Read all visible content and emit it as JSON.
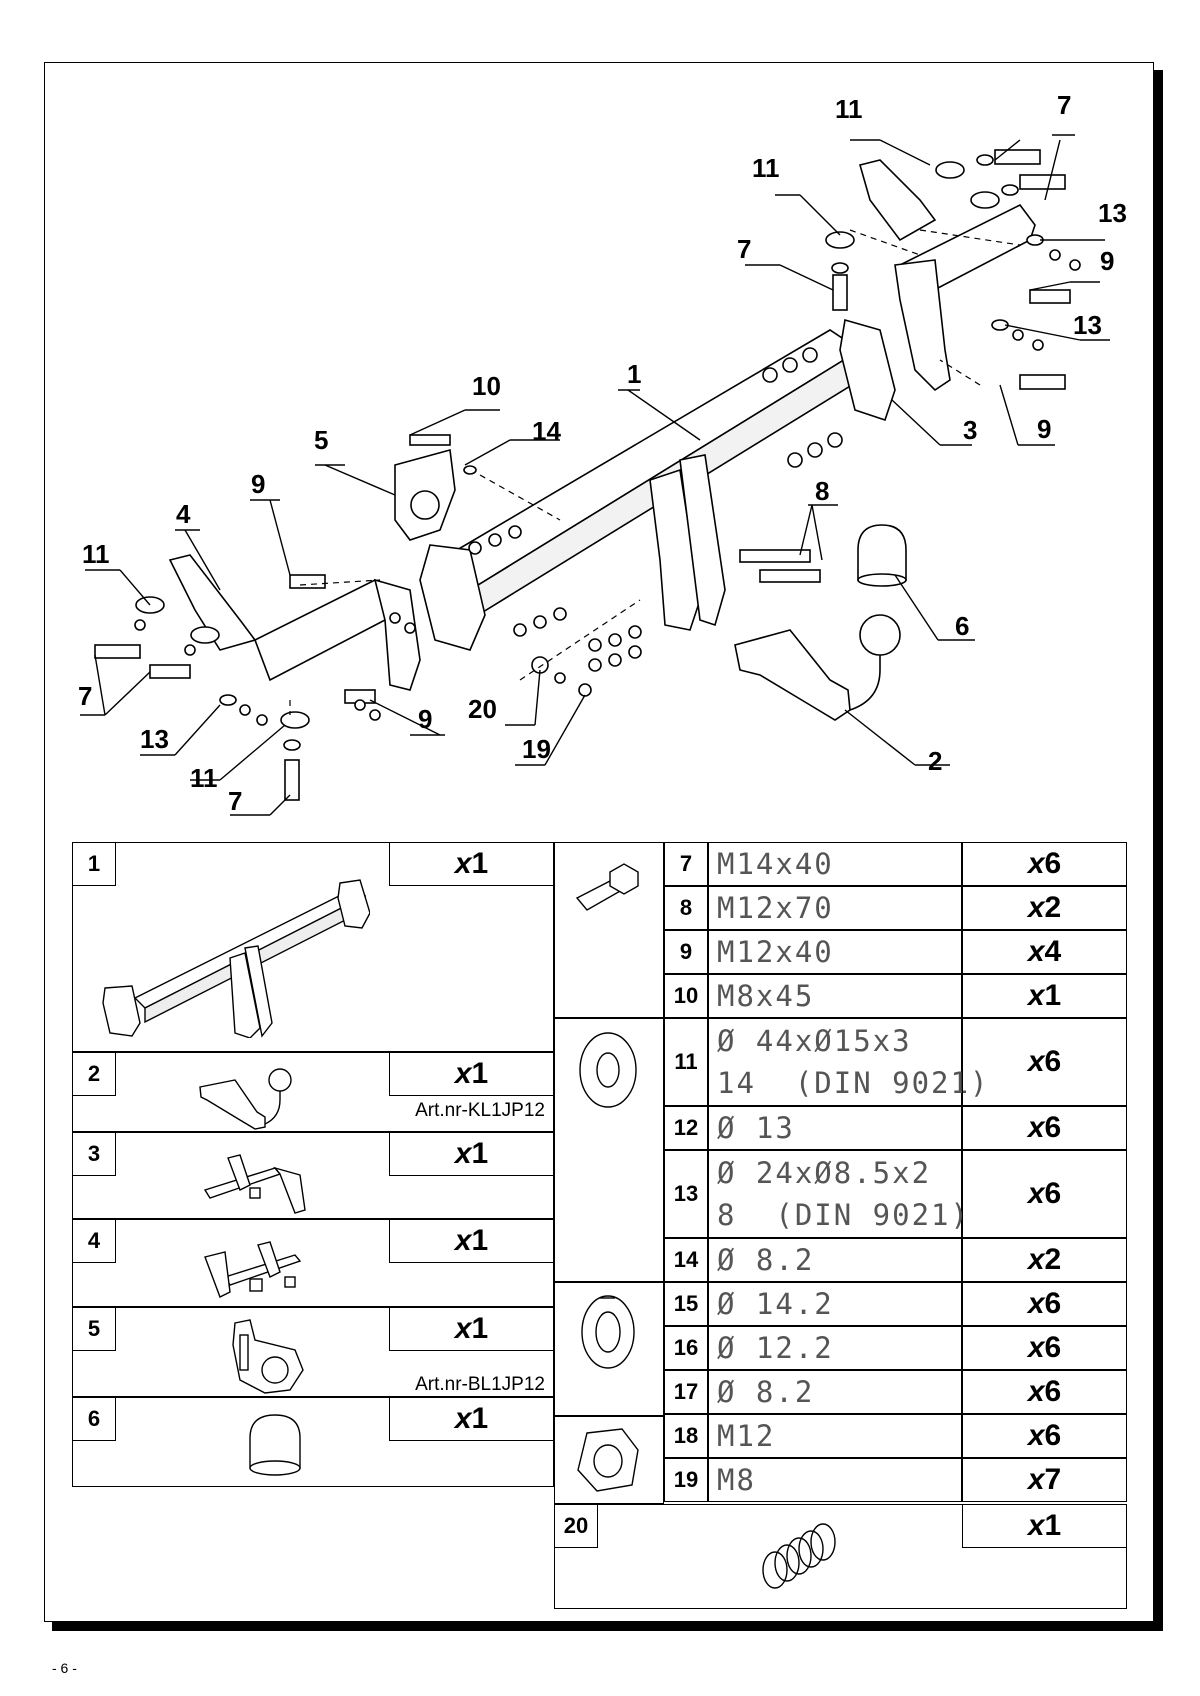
{
  "callouts": {
    "c1": "1",
    "c2": "2",
    "c3": "3",
    "c4": "4",
    "c5": "5",
    "c6": "6",
    "c7a": "7",
    "c7b": "7",
    "c7c": "7",
    "c7d": "7",
    "c8": "8",
    "c9a": "9",
    "c9b": "9",
    "c9c": "9",
    "c9d": "9",
    "c10": "10",
    "c11a": "11",
    "c11b": "11",
    "c11c": "11",
    "c11d": "11",
    "c13a": "13",
    "c13b": "13",
    "c13c": "13",
    "c14": "14",
    "c19": "19",
    "c20": "20"
  },
  "left_parts": [
    {
      "num": "1",
      "qty_x": "x",
      "qty": "1",
      "art": ""
    },
    {
      "num": "2",
      "qty_x": "x",
      "qty": "1",
      "art": "Art.nr-KL1JP12"
    },
    {
      "num": "3",
      "qty_x": "x",
      "qty": "1",
      "art": ""
    },
    {
      "num": "4",
      "qty_x": "x",
      "qty": "1",
      "art": ""
    },
    {
      "num": "5",
      "qty_x": "x",
      "qty": "1",
      "art": "Art.nr-BL1JP12"
    },
    {
      "num": "6",
      "qty_x": "x",
      "qty": "1",
      "art": ""
    }
  ],
  "right_parts": [
    {
      "num": "7",
      "spec": "M14x40",
      "qty": "6"
    },
    {
      "num": "8",
      "spec": "M12x70",
      "qty": "2"
    },
    {
      "num": "9",
      "spec": "M12x40",
      "qty": "4"
    },
    {
      "num": "10",
      "spec": "M8x45",
      "qty": "1"
    },
    {
      "num": "11",
      "spec": "Ø 44xØ15x3",
      "spec2": "14  (DIN 9021)",
      "qty": "6"
    },
    {
      "num": "12",
      "spec": "Ø 13",
      "qty": "6"
    },
    {
      "num": "13",
      "spec": "Ø 24xØ8.5x2",
      "spec2": "8  (DIN 9021)",
      "qty": "6"
    },
    {
      "num": "14",
      "spec": "Ø 8.2",
      "qty": "2"
    },
    {
      "num": "15",
      "spec": "Ø 14.2",
      "qty": "6"
    },
    {
      "num": "16",
      "spec": "Ø 12.2",
      "qty": "6"
    },
    {
      "num": "17",
      "spec": "Ø 8.2",
      "qty": "6"
    },
    {
      "num": "18",
      "spec": "M12",
      "qty": "6"
    },
    {
      "num": "19",
      "spec": "M8",
      "qty": "7"
    },
    {
      "num": "20",
      "spec": "",
      "qty": "1"
    }
  ],
  "qty_prefix": "x",
  "page_number": "- 6 -"
}
